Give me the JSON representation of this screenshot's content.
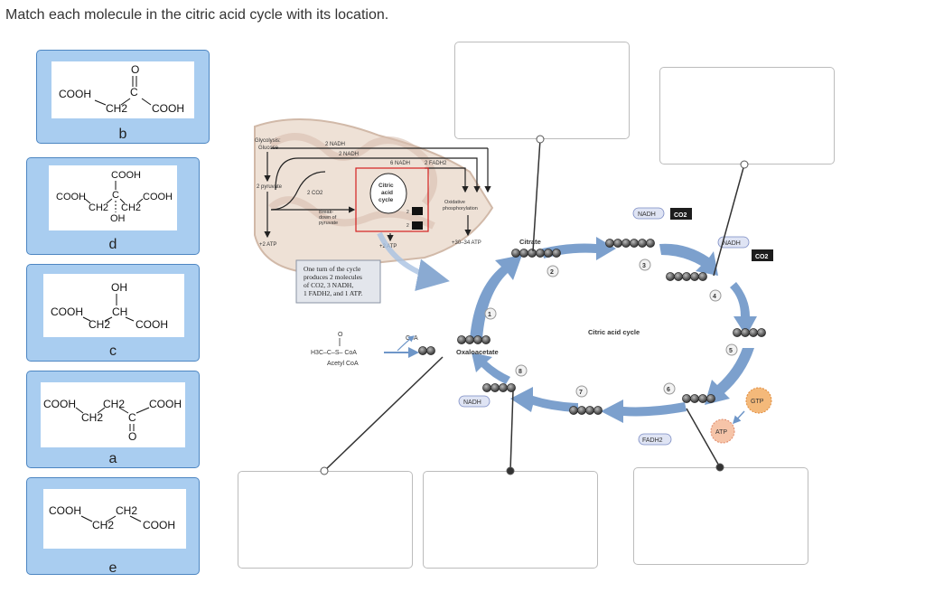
{
  "question": "Match each molecule in the citric acid cycle with its location.",
  "cards": [
    {
      "letter": "b",
      "formula": [
        "COOH",
        "C",
        "O",
        "CH2",
        "COOH"
      ]
    },
    {
      "letter": "d",
      "formula": [
        "COOH",
        "COOH",
        "C",
        "CH2",
        "CH2",
        "COOH",
        "OH"
      ]
    },
    {
      "letter": "c",
      "formula": [
        "OH",
        "COOH",
        "CH",
        "CH2",
        "COOH"
      ]
    },
    {
      "letter": "a",
      "formula": [
        "COOH",
        "CH2",
        "COOH",
        "CH2",
        "C",
        "O"
      ]
    },
    {
      "letter": "e",
      "formula": [
        "COOH",
        "CH2",
        "CH2",
        "COOH"
      ]
    }
  ],
  "overview": {
    "glycolysis": "Glycolysis:",
    "glucose": "Glucose",
    "nadh_2_top": "2 NADH",
    "nadh_2_mid": "2 NADH",
    "nadh_6": "6 NADH",
    "fadh2_2": "2 FADH2",
    "pyruvate_2": "2 pyruvate",
    "co2_2": "2 CO2",
    "citric": "Citric",
    "acid": "acid",
    "cycle": "cycle",
    "oxidative": "Oxidative",
    "phosphorylation": "phosphorylation",
    "breakdown1": "Break-",
    "breakdown2": "down of",
    "breakdown3": "pyruvate",
    "atp_left": "+2 ATP",
    "atp_mid": "+2 ATP",
    "atp_right": "+30–34 ATP",
    "two_a": "2",
    "two_b": "2"
  },
  "note": [
    "One turn of the cycle",
    "produces 2 molecules",
    "of CO2, 3 NADH,",
    "1 FADH2, and 1 ATP."
  ],
  "acetyl": {
    "structure": "H3C–C–S– CoA",
    "o": "O",
    "name": "Acetyl CoA",
    "coa": "CoA"
  },
  "cycle": {
    "citrate": "Citrate",
    "oxaloacetate": "Oxaloacetate",
    "title": "Citric acid cycle",
    "nadh_top": "NADH",
    "co2_top": "CO2",
    "nadh_right": "NADH",
    "co2_right": "CO2",
    "nadh_bottom": "NADH",
    "fadh2": "FADH2",
    "gtp": "GTP",
    "atp": "ATP",
    "steps": [
      "1",
      "2",
      "3",
      "4",
      "5",
      "6",
      "7",
      "8"
    ]
  },
  "colors": {
    "card": "#a9cdf0",
    "card_border": "#4d86c2",
    "arrow": "#6e96c8",
    "node": "#5a5a5a"
  }
}
